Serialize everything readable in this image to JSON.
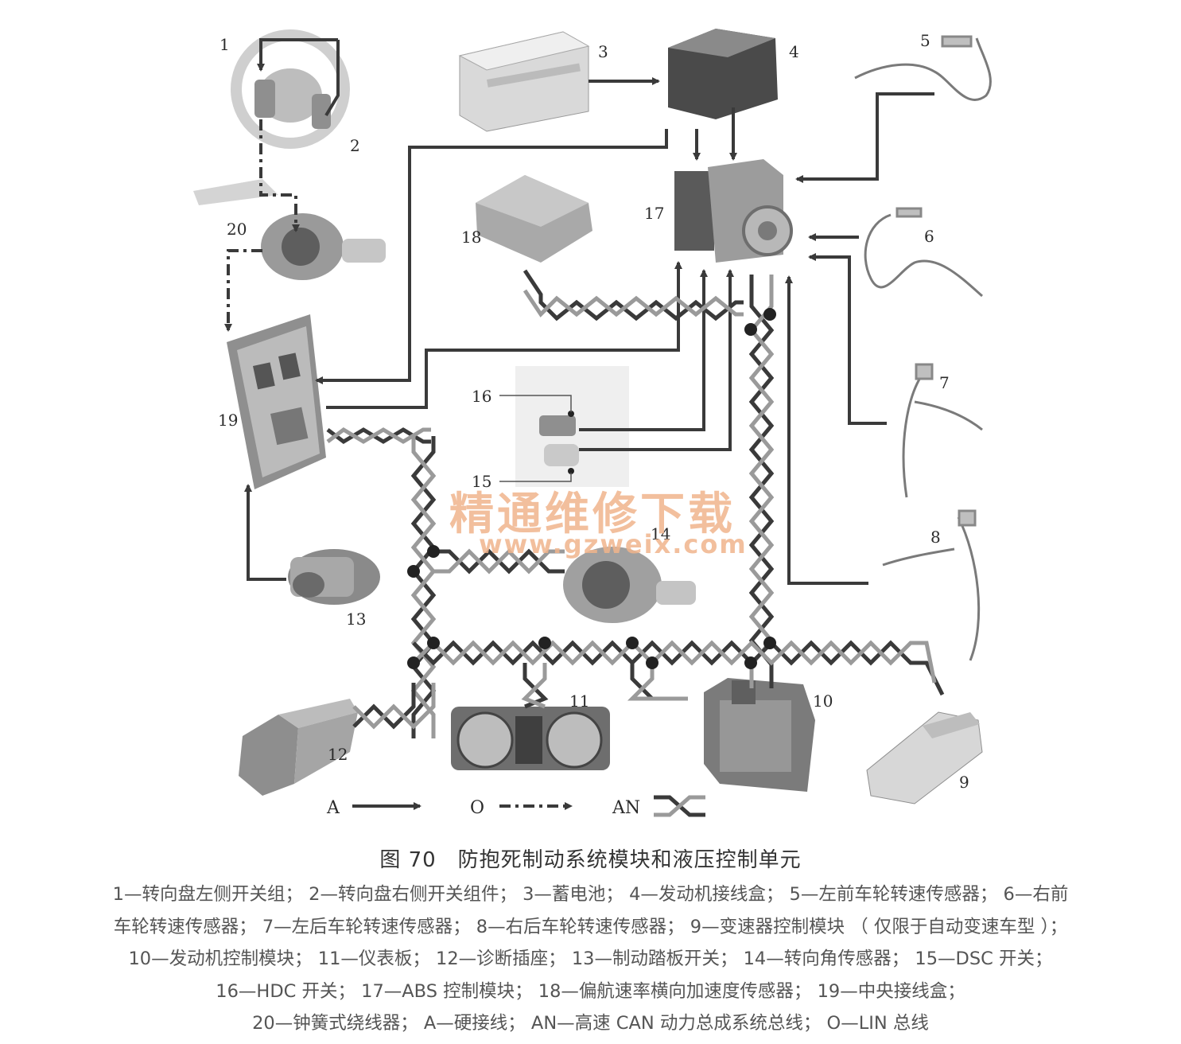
{
  "diagram": {
    "labels": {
      "n1": "1",
      "n2": "2",
      "n3": "3",
      "n4": "4",
      "n5": "5",
      "n6": "6",
      "n7": "7",
      "n8": "8",
      "n9": "9",
      "n10": "10",
      "n11": "11",
      "n12": "12",
      "n13": "13",
      "n14": "14",
      "n15": "15",
      "n16": "16",
      "n17": "17",
      "n18": "18",
      "n19": "19",
      "n20": "20"
    },
    "legend": {
      "a": "A",
      "o": "O",
      "an": "AN"
    },
    "watermark": {
      "main": "精通维修下载",
      "url": "www.gzweix.com"
    },
    "colors": {
      "line": "#3a3a3a",
      "can_dark": "#3a3a3a",
      "can_light": "#9a9a9a",
      "watermark": "#f0b48c"
    }
  },
  "caption": "图 70　防抱死制动系统模块和液压控制单元",
  "notes": [
    "1—转向盘左侧开关组；  2—转向盘右侧开关组件；  3—蓄电池；  4—发动机接线盒；  5—左前车轮转速传感器；  6—右前",
    "车轮转速传感器；  7—左后车轮转速传感器；  8—右后车轮转速传感器；  9—变速器控制模块 （ 仅限于自动变速车型 ）；",
    "10—发动机控制模块；  11—仪表板；  12—诊断插座；  13—制动踏板开关；  14—转向角传感器；  15—DSC 开关；",
    "16—HDC 开关；  17—ABS 控制模块；  18—偏航速率横向加速度传感器；  19—中央接线盒；",
    "20—钟簧式绕线器；  A—硬接线；  AN—高速 CAN 动力总成系统总线；  O—LIN 总线"
  ]
}
